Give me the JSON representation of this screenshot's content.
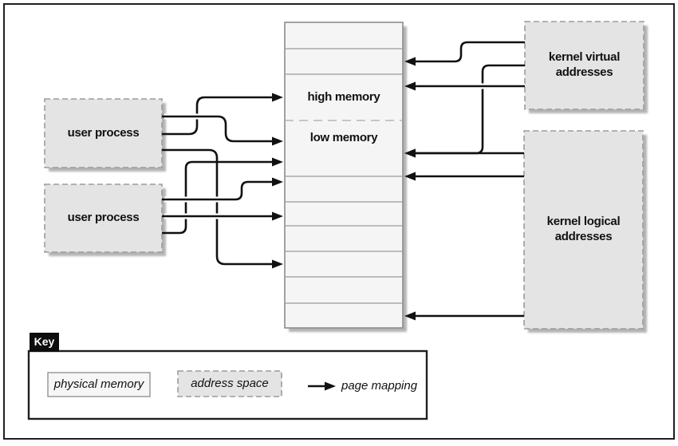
{
  "figure": {
    "column": {
      "high_label": "high memory",
      "low_label": "low memory"
    },
    "boxes": {
      "user_process_1": "user process",
      "user_process_2": "user process",
      "kernel_virtual": "kernel virtual\naddresses",
      "kernel_logical": "kernel logical\naddresses"
    },
    "key": {
      "title": "Key",
      "physical_memory": "physical memory",
      "address_space": "address space",
      "page_mapping": "page mapping"
    },
    "colors": {
      "box_fill": "#e4e4e4",
      "column_fill": "#f5f5f5",
      "gray_border": "#8c8c8c",
      "line": "#111111"
    }
  }
}
